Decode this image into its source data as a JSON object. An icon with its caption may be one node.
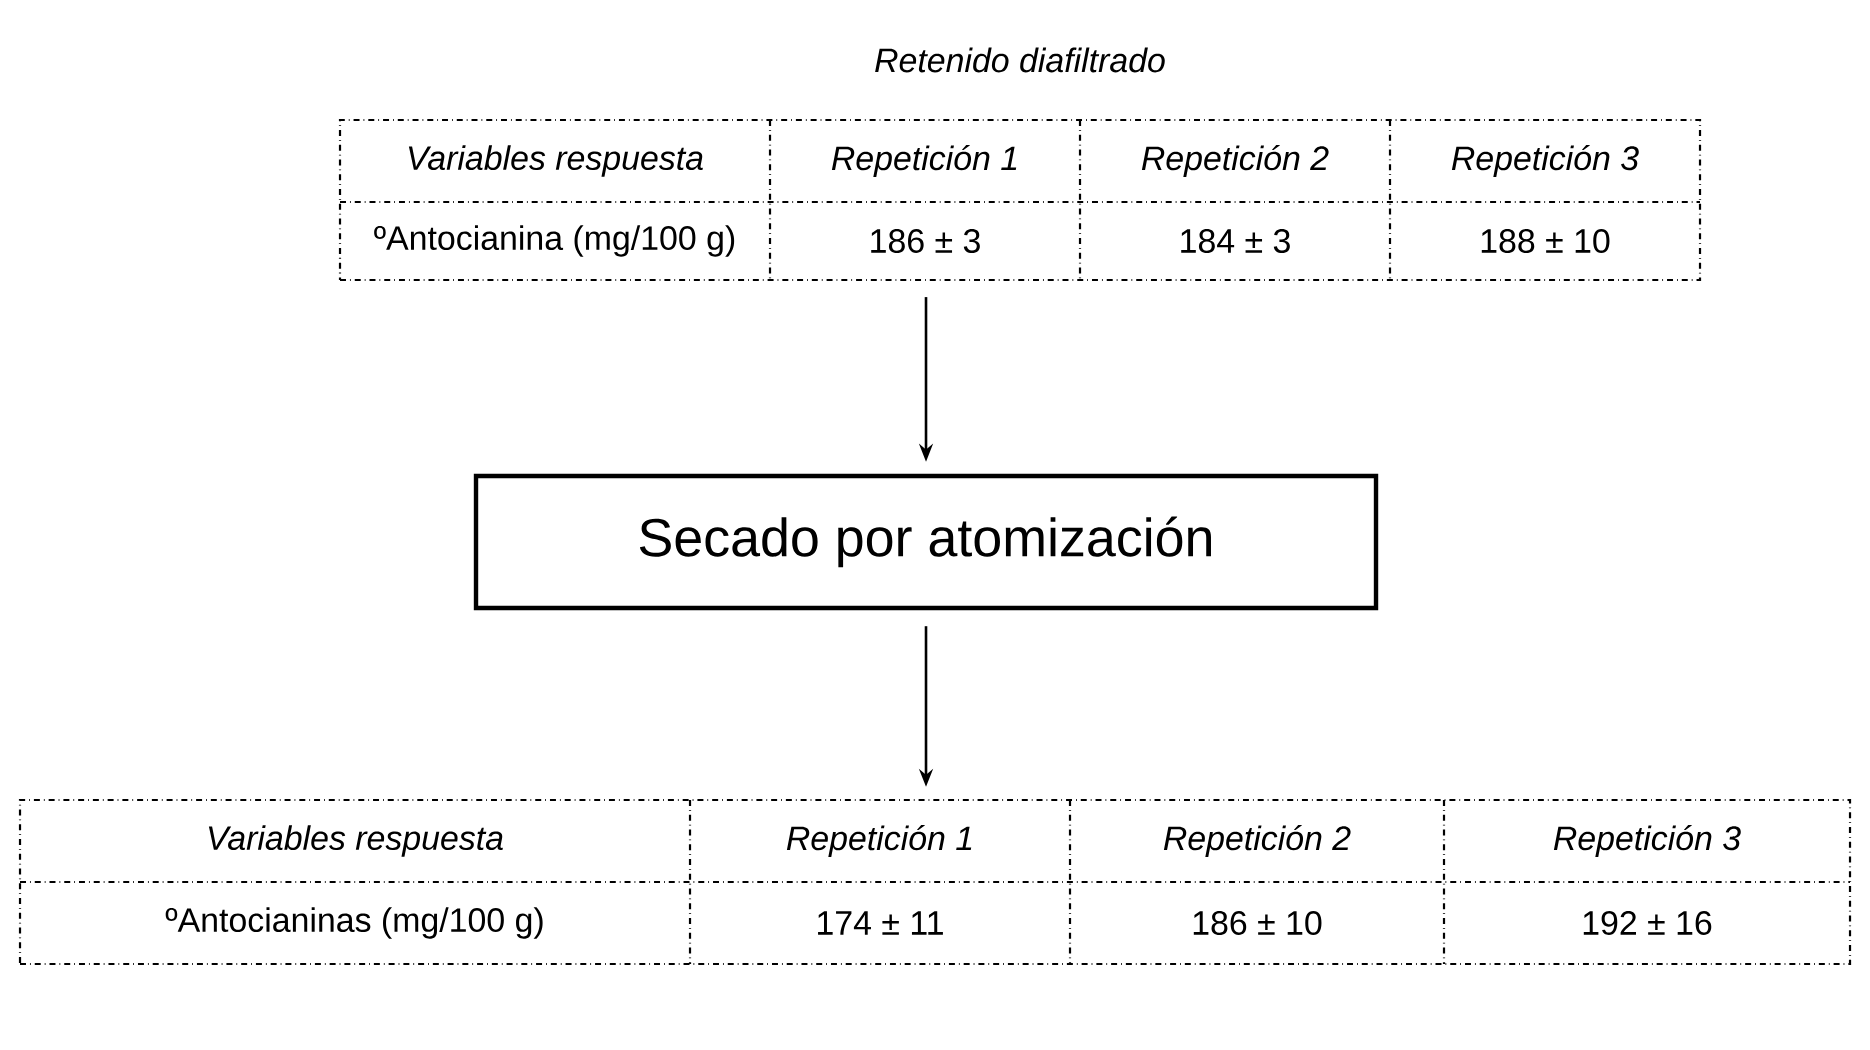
{
  "diagram": {
    "nodes": [
      {
        "text": [
          "Retenido diafiltrado",
          "Variables respuesta",
          "Repetición 1",
          "Repetición 2",
          "Repetición 3",
          "ºAntocianina (mg/100 g)",
          "186 ± 3",
          "184 ± 3",
          "188  ± 10"
        ]
      },
      {
        "text": [
          "Secado por atomización"
        ]
      },
      {
        "text": [
          "Variables respuesta",
          "Repetición 1",
          "Repetición 2",
          "Repetición 3",
          "ºAntocianinas (mg/100 g)",
          "174 ± 11",
          "186 ± 10",
          "192 ± 16"
        ]
      }
    ],
    "edges": [
      {
        "from": 0,
        "to": 1,
        "arrow": "to"
      },
      {
        "from": 1,
        "to": 2,
        "arrow": "to"
      }
    ]
  }
}
